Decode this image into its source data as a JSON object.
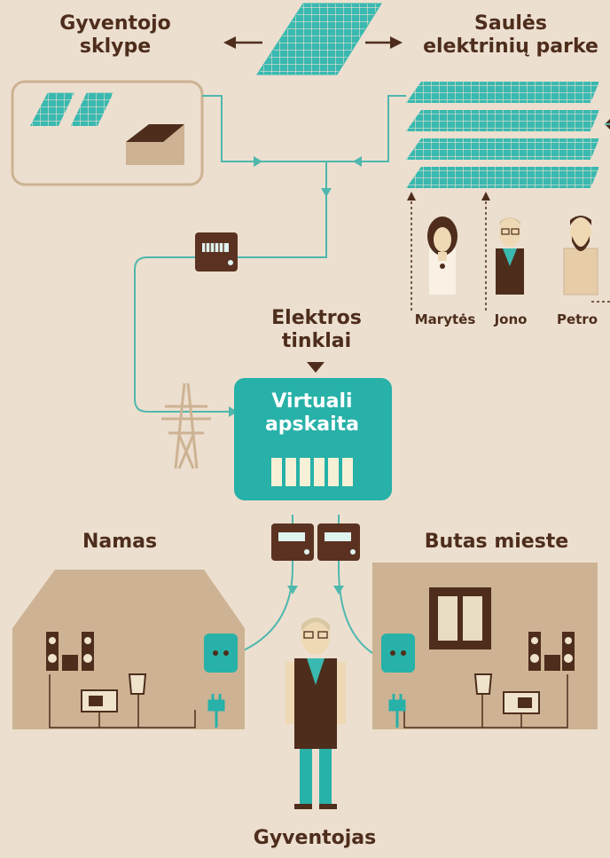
{
  "labels": {
    "resident_plot": "Gyventojo\nsklype",
    "solar_park": "Saulės\nelektrinių parke",
    "grid": "Elektros\ntinklai",
    "virtual_metering": "Virtuali\napskaita",
    "house": "Namas",
    "apartment": "Butas mieste",
    "resident": "Gyventojas"
  },
  "people": [
    {
      "name": "Marytės"
    },
    {
      "name": "Jono"
    },
    {
      "name": "Petro"
    }
  ],
  "colors": {
    "background": "#ecdfcf",
    "teal": "#27b1a8",
    "brown": "#4e2d1c",
    "tan": "#cdb393",
    "panel": "#39b9b0",
    "line": "#4fb7ae"
  }
}
